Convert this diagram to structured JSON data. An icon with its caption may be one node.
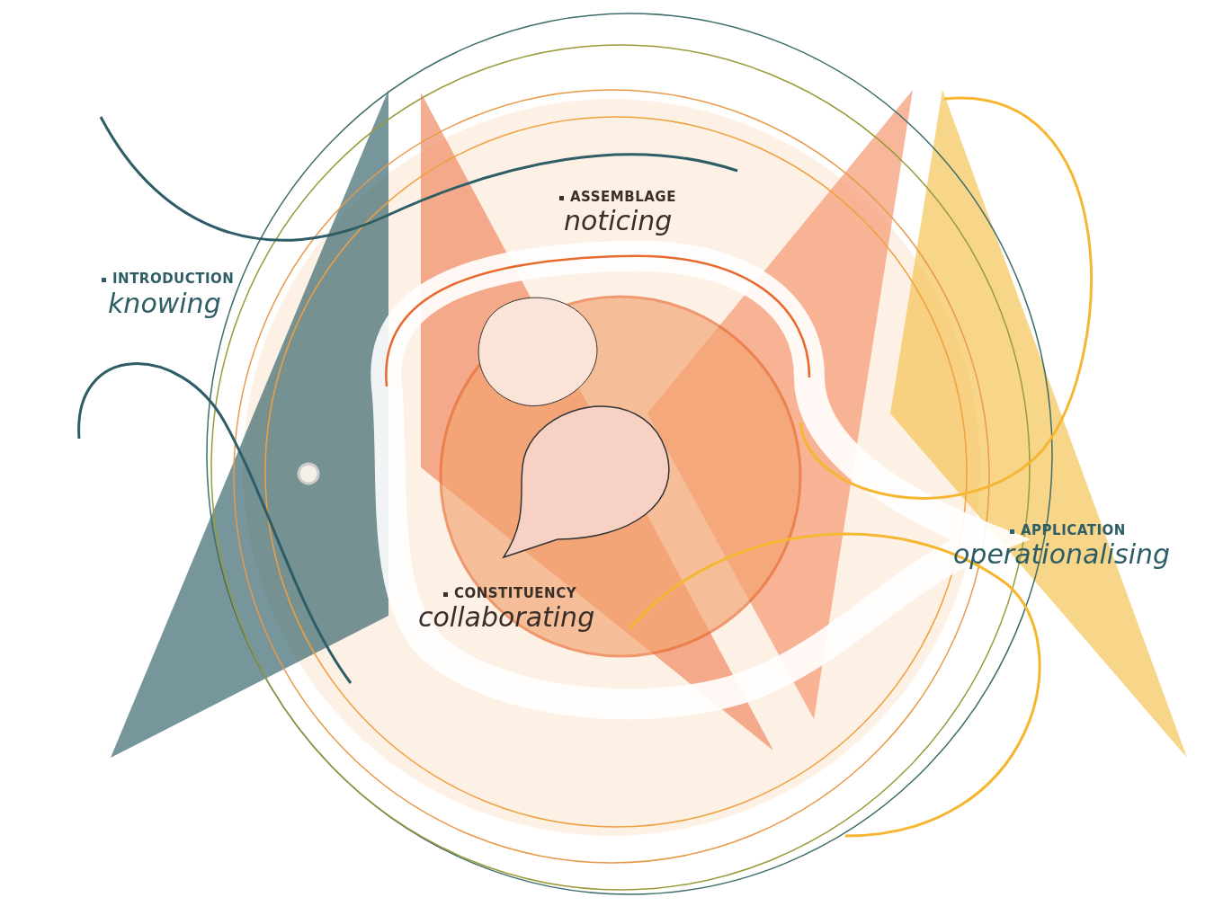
{
  "diagram": {
    "labels": [
      "INTRODUCTION",
      "knowing",
      "ASSEMBLAGE",
      "noticing",
      "APPLICATION",
      "operationalising",
      "CONSTITUENCY",
      "collaborating"
    ]
  }
}
